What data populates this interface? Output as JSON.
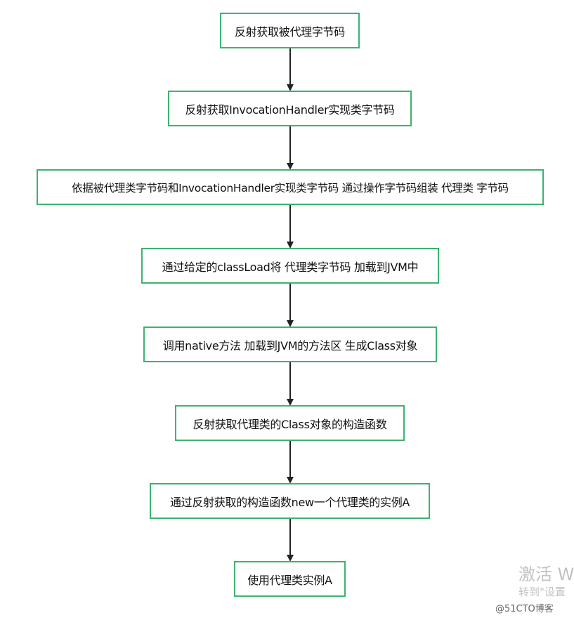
{
  "diagram": {
    "type": "flowchart",
    "nodes": [
      {
        "id": "n1",
        "label": "反射获取被代理字节码"
      },
      {
        "id": "n2",
        "label": "反射获取InvocationHandler实现类字节码"
      },
      {
        "id": "n3",
        "label": "依据被代理类字节码和InvocationHandler实现类字节码 通过操作字节码组装 代理类 字节码"
      },
      {
        "id": "n4",
        "label": "通过给定的classLoad将 代理类字节码 加载到JVM中"
      },
      {
        "id": "n5",
        "label": "调用native方法 加载到JVM的方法区 生成Class对象"
      },
      {
        "id": "n6",
        "label": "反射获取代理类的Class对象的构造函数"
      },
      {
        "id": "n7",
        "label": "通过反射获取的构造函数new一个代理类的实例A"
      },
      {
        "id": "n8",
        "label": "使用代理类实例A"
      }
    ],
    "edges": [
      {
        "from": "n1",
        "to": "n2"
      },
      {
        "from": "n2",
        "to": "n3"
      },
      {
        "from": "n3",
        "to": "n4"
      },
      {
        "from": "n4",
        "to": "n5"
      },
      {
        "from": "n5",
        "to": "n6"
      },
      {
        "from": "n6",
        "to": "n7"
      },
      {
        "from": "n7",
        "to": "n8"
      }
    ],
    "colors": {
      "node_border": "#3cb371",
      "arrow": "#222222"
    }
  },
  "watermarks": {
    "activate": "激活 W",
    "goto": "转到\"设置",
    "blog": "@51CTO博客"
  }
}
